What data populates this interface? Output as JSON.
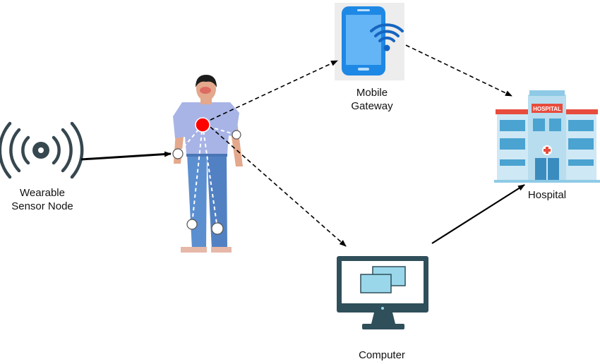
{
  "nodes": {
    "sensor": {
      "label_line1": "Wearable",
      "label_line2": "Sensor Node",
      "icon": "wearable-sensor-icon"
    },
    "patient": {
      "icon": "patient-figure-icon"
    },
    "gateway": {
      "label_line1": "Mobile",
      "label_line2": "Gateway",
      "icon": "smartphone-wifi-icon"
    },
    "hospital": {
      "label": "Hospital",
      "sign_text": "HOSPITAL",
      "icon": "hospital-building-icon"
    },
    "computer": {
      "label": "Computer",
      "icon": "computer-monitor-icon"
    }
  },
  "edges": [
    {
      "from": "sensor",
      "to": "patient",
      "style": "solid"
    },
    {
      "from": "patient",
      "to": "gateway",
      "style": "dashed"
    },
    {
      "from": "patient",
      "to": "computer",
      "style": "dashed"
    },
    {
      "from": "gateway",
      "to": "hospital",
      "style": "dashed"
    },
    {
      "from": "computer",
      "to": "hospital",
      "style": "solid"
    }
  ],
  "colors": {
    "sensor_dark": "#37474f",
    "phone_outline": "#1e88e5",
    "phone_screen": "#64b5f6",
    "hospital_roof": "#e74c3c",
    "monitor_dark": "#2f4f5a",
    "monitor_screen": "#ffffff",
    "monitor_windows": "#9ad7ea",
    "shirt": "#a8b4e6",
    "jeans": "#5b8fd0",
    "sensor_point_main": "#ff0000",
    "arrow": "#000000"
  }
}
